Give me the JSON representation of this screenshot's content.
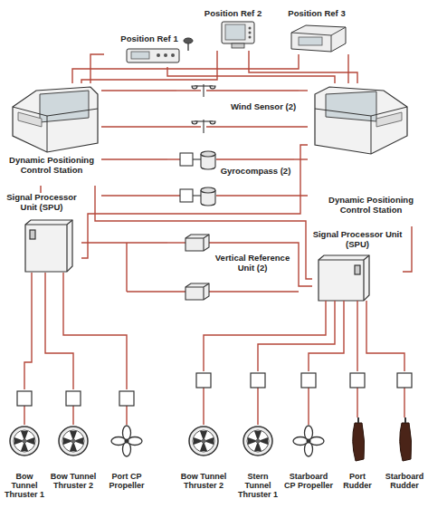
{
  "diagram": {
    "nodes": [
      {
        "text": [
          "Position Ref 1"
        ]
      },
      {
        "text": [
          "Position Ref 2"
        ]
      },
      {
        "text": [
          "Position Ref 3"
        ]
      },
      {
        "text": [
          "Dynamic Positioning Control Station"
        ]
      },
      {
        "text": [
          "Dynamic Positioning Control Station"
        ]
      },
      {
        "text": [
          "Wind Sensor (2)"
        ]
      },
      {
        "text": [
          "Gyrocompass (2)"
        ]
      },
      {
        "text": [
          "Signal Processor Unit (SPU)"
        ]
      },
      {
        "text": [
          "Signal Processor Unit (SPU)"
        ]
      },
      {
        "text": [
          "Vertical Reference Unit (2)"
        ]
      },
      {
        "text": [
          "Bow Tunnel Thruster 1"
        ]
      },
      {
        "text": [
          "Bow Tunnel Thruster 2"
        ]
      },
      {
        "text": [
          "Port CP Propeller"
        ]
      },
      {
        "text": [
          "Bow Tunnel Thruster 2"
        ]
      },
      {
        "text": [
          "Stern Tunnel Thruster 1"
        ]
      },
      {
        "text": [
          "Starboard CP Propeller"
        ]
      },
      {
        "text": [
          "Port Rudder"
        ]
      },
      {
        "text": [
          "Starboard Rudder"
        ]
      }
    ],
    "edges": [
      {
        "from": 0,
        "to": 3,
        "arrow": "none"
      },
      {
        "from": 0,
        "to": 4,
        "arrow": "none"
      },
      {
        "from": 1,
        "to": 3,
        "arrow": "none"
      },
      {
        "from": 1,
        "to": 4,
        "arrow": "none"
      },
      {
        "from": 2,
        "to": 3,
        "arrow": "none"
      },
      {
        "from": 2,
        "to": 4,
        "arrow": "none"
      },
      {
        "from": 5,
        "to": 3,
        "arrow": "none"
      },
      {
        "from": 5,
        "to": 4,
        "arrow": "none"
      },
      {
        "from": 6,
        "to": 3,
        "arrow": "none"
      },
      {
        "from": 6,
        "to": 4,
        "arrow": "none"
      },
      {
        "from": 3,
        "to": 7,
        "arrow": "none"
      },
      {
        "from": 3,
        "to": 8,
        "arrow": "none"
      },
      {
        "from": 4,
        "to": 7,
        "arrow": "none"
      },
      {
        "from": 4,
        "to": 8,
        "arrow": "none"
      },
      {
        "from": 7,
        "to": 9,
        "arrow": "none"
      },
      {
        "from": 8,
        "to": 9,
        "arrow": "none"
      },
      {
        "from": 7,
        "to": 10,
        "arrow": "none"
      },
      {
        "from": 7,
        "to": 11,
        "arrow": "none"
      },
      {
        "from": 7,
        "to": 12,
        "arrow": "none"
      },
      {
        "from": 8,
        "to": 13,
        "arrow": "none"
      },
      {
        "from": 8,
        "to": 14,
        "arrow": "none"
      },
      {
        "from": 8,
        "to": 15,
        "arrow": "none"
      },
      {
        "from": 8,
        "to": 16,
        "arrow": "none"
      },
      {
        "from": 8,
        "to": 17,
        "arrow": "none"
      }
    ]
  }
}
